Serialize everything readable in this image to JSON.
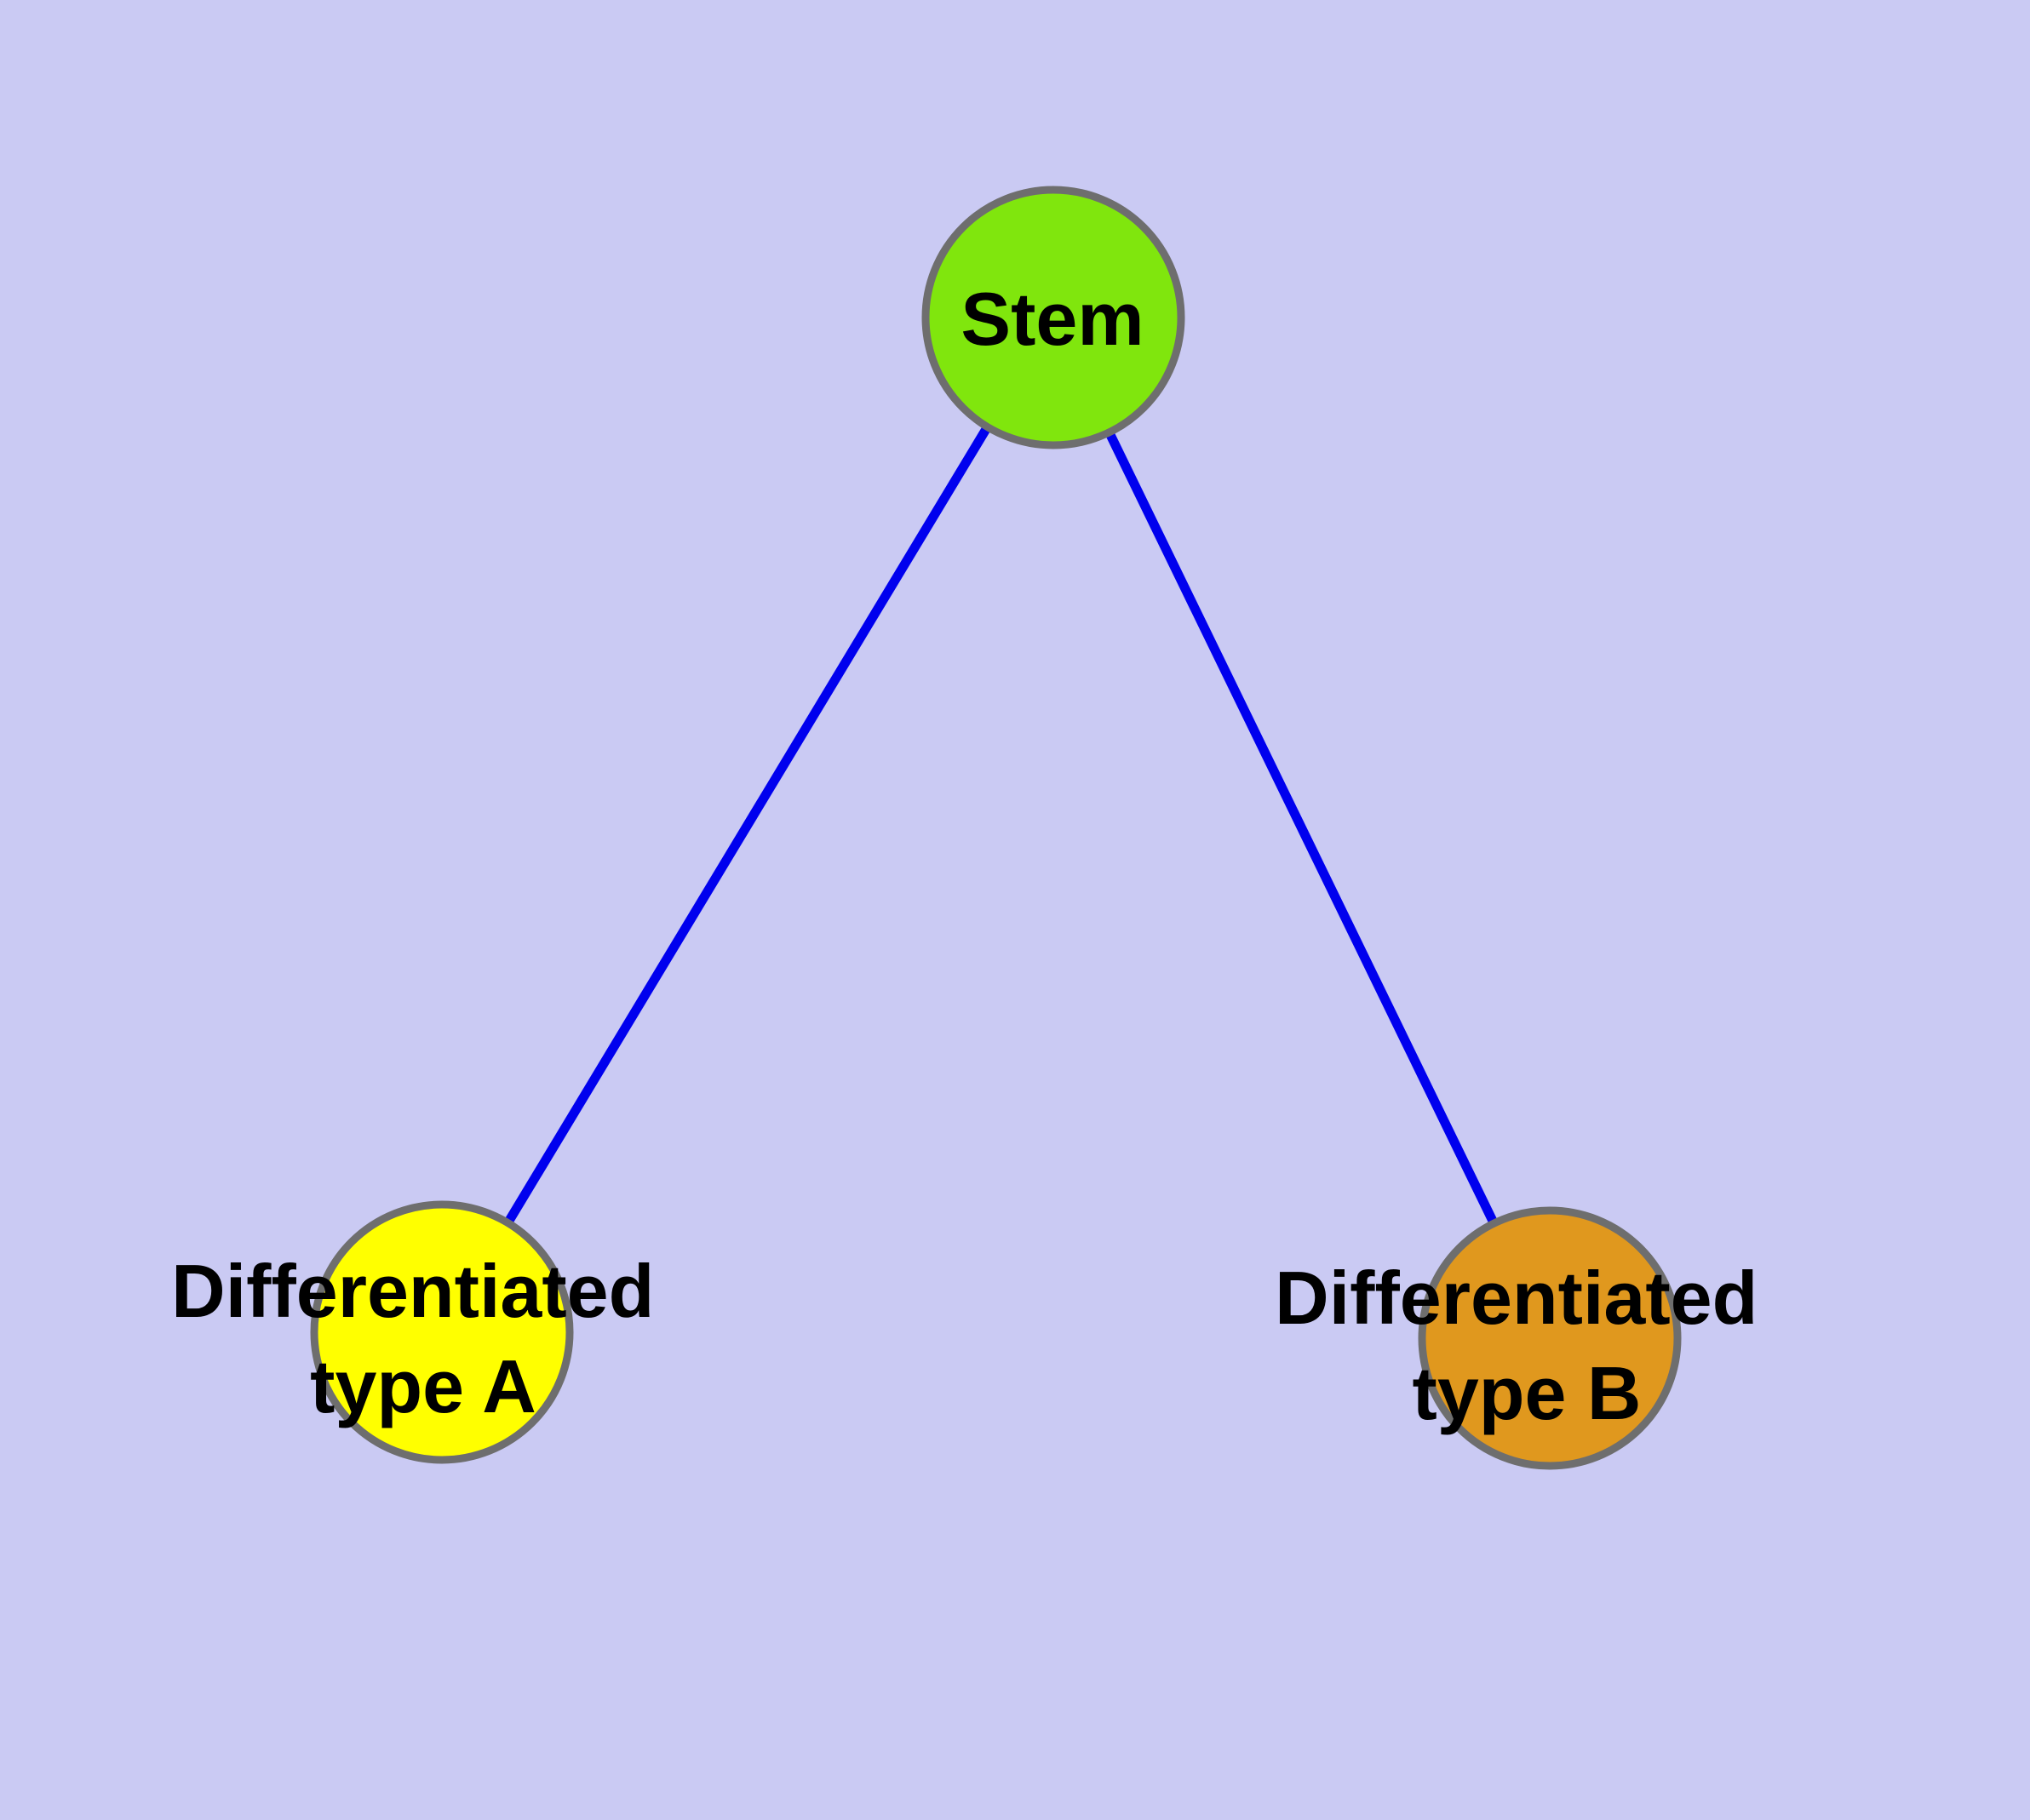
{
  "diagram": {
    "background_color": "#cacaf3",
    "edge_color": "#0000ee",
    "node_border_color": "#6e6e6e",
    "label_color": "#000000",
    "nodes": [
      {
        "id": "stem",
        "label": "Stem",
        "label_lines": [
          "Stem"
        ],
        "fill": "#80e60d"
      },
      {
        "id": "differentiated-type-a",
        "label": "Differentiated type A",
        "label_lines": [
          "Differentiated",
          "type A"
        ],
        "fill": "#ffff00"
      },
      {
        "id": "differentiated-type-b",
        "label": "Differentiated type B",
        "label_lines": [
          "Differentiated",
          "type B"
        ],
        "fill": "#e0981e"
      }
    ],
    "edges": [
      {
        "from": "stem",
        "to": "differentiated-type-a"
      },
      {
        "from": "stem",
        "to": "differentiated-type-b"
      }
    ]
  }
}
